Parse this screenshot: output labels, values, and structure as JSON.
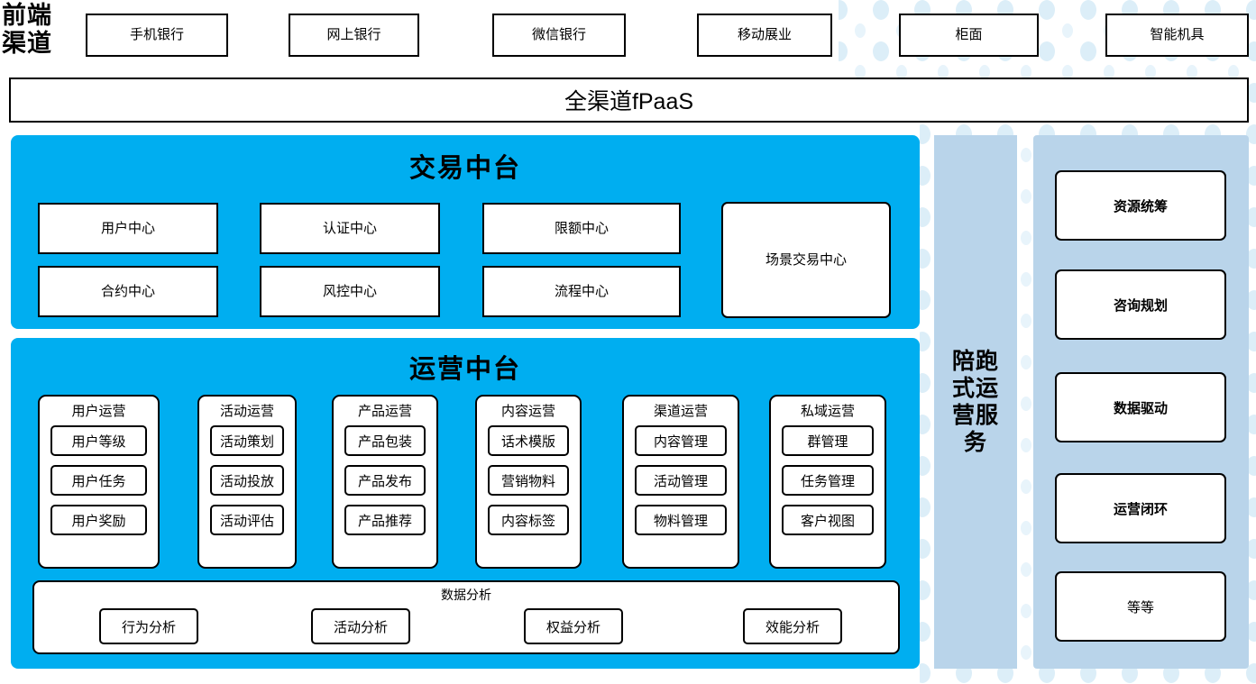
{
  "theme": {
    "cyan": "#00AEF0",
    "light_blue": "#B9D4EA",
    "dot_blue": "#DCEEF8",
    "line": "#000000",
    "white": "#FFFFFF"
  },
  "front_channel": {
    "label": "前端\n渠道",
    "label_line1": "前端",
    "label_line2": "渠道",
    "channels": [
      {
        "label": "手机银行"
      },
      {
        "label": "网上银行"
      },
      {
        "label": "微信银行"
      },
      {
        "label": "移动展业"
      },
      {
        "label": "柜面"
      },
      {
        "label": "智能机具"
      }
    ]
  },
  "fpaas": {
    "label": "全渠道fPaaS"
  },
  "trade_center": {
    "title": "交易中台",
    "cards": [
      {
        "label": "用户中心"
      },
      {
        "label": "认证中心"
      },
      {
        "label": "限额中心"
      },
      {
        "label": "合约中心"
      },
      {
        "label": "风控中心"
      },
      {
        "label": "流程中心"
      },
      {
        "label": "场景交易中心"
      }
    ]
  },
  "ops_center": {
    "title": "运营中台",
    "columns": [
      {
        "title": "用户运营",
        "items": [
          "用户等级",
          "用户任务",
          "用户奖励"
        ]
      },
      {
        "title": "活动运营",
        "items": [
          "活动策划",
          "活动投放",
          "活动评估"
        ]
      },
      {
        "title": "产品运营",
        "items": [
          "产品包装",
          "产品发布",
          "产品推荐"
        ]
      },
      {
        "title": "内容运营",
        "items": [
          "话术模版",
          "营销物料",
          "内容标签"
        ]
      },
      {
        "title": "渠道运营",
        "items": [
          "内容管理",
          "活动管理",
          "物料管理"
        ]
      },
      {
        "title": "私域运营",
        "items": [
          "群管理",
          "任务管理",
          "客户视图"
        ]
      }
    ],
    "data_analysis": {
      "title": "数据分析",
      "items": [
        "行为分析",
        "活动分析",
        "权益分析",
        "效能分析"
      ]
    }
  },
  "service_column": {
    "lines": [
      "陪跑",
      "式运",
      "营服",
      "务"
    ],
    "full_label": "陪跑式运营服务"
  },
  "capabilities": {
    "items": [
      {
        "label": "资源统筹",
        "bold": true
      },
      {
        "label": "咨询规划",
        "bold": true
      },
      {
        "label": "数据驱动",
        "bold": true
      },
      {
        "label": "运营闭环",
        "bold": true
      },
      {
        "label": "等等",
        "bold": false
      }
    ]
  }
}
